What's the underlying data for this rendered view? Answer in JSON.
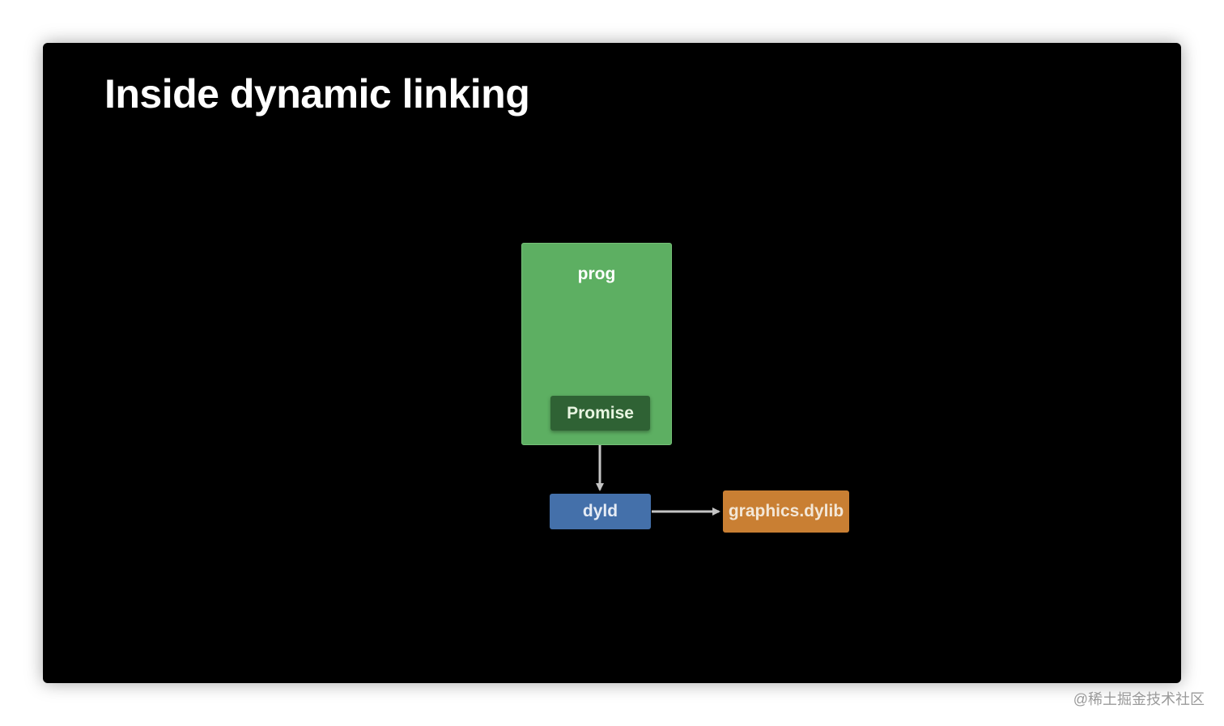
{
  "slide": {
    "title": "Inside dynamic linking"
  },
  "diagram": {
    "nodes": {
      "prog": {
        "label": "prog",
        "color": "#5daf62"
      },
      "promise": {
        "label": "Promise",
        "color": "#2f6234",
        "text_color": "#e8f5e1"
      },
      "dyld": {
        "label": "dyld",
        "color": "#4470aa",
        "text_color": "#e6ecf5"
      },
      "graphics": {
        "label": "graphics.dylib",
        "color": "#c97f33",
        "text_color": "#f3e7d7"
      }
    },
    "edges": [
      {
        "from": "promise",
        "to": "dyld"
      },
      {
        "from": "dyld",
        "to": "graphics"
      }
    ],
    "arrow_color": "#c4c4c4"
  },
  "watermark": {
    "text": "@稀土掘金技术社区"
  }
}
